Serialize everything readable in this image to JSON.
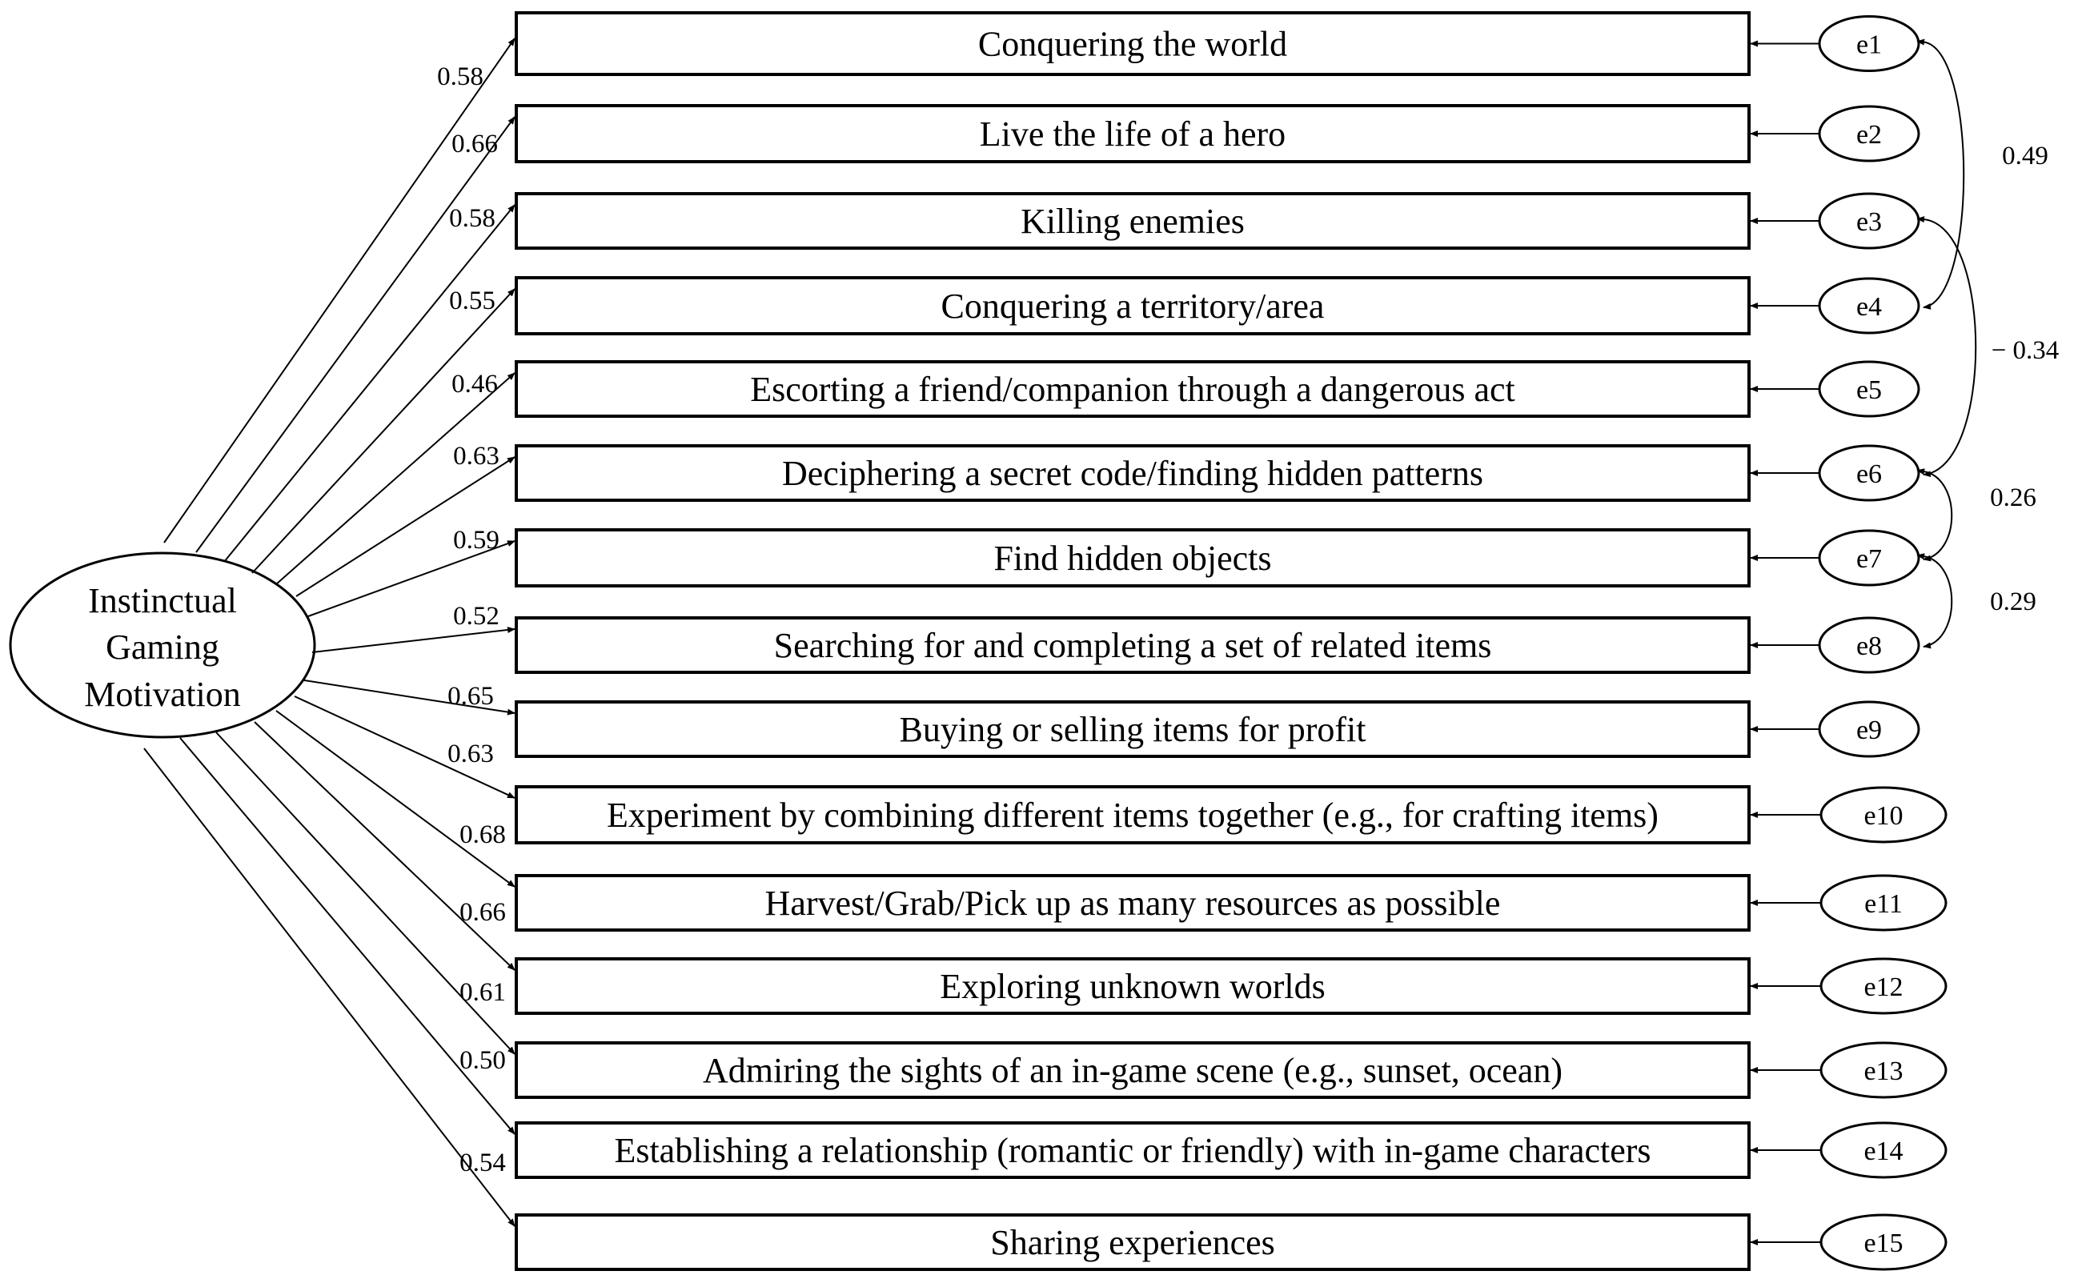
{
  "latent": {
    "label_lines": [
      "Instinctual",
      "Gaming",
      "Motivation"
    ]
  },
  "items": [
    {
      "label": "Conquering the world",
      "loading": "0.58",
      "error": "e1"
    },
    {
      "label": "Live the life of a hero",
      "loading": "0.66",
      "error": "e2"
    },
    {
      "label": "Killing enemies",
      "loading": "0.58",
      "error": "e3"
    },
    {
      "label": "Conquering a territory/area",
      "loading": "0.55",
      "error": "e4"
    },
    {
      "label": "Escorting a friend/companion through a dangerous act",
      "loading": "0.46",
      "error": "e5"
    },
    {
      "label": "Deciphering a secret code/finding hidden patterns",
      "loading": "0.63",
      "error": "e6"
    },
    {
      "label": "Find hidden objects",
      "loading": "0.59",
      "error": "e7"
    },
    {
      "label": "Searching for and completing a set of related items",
      "loading": "0.52",
      "error": "e8"
    },
    {
      "label": "Buying or selling items for profit",
      "loading": "0.65",
      "error": "e9"
    },
    {
      "label": "Experiment by combining different items together (e.g., for crafting items)",
      "loading": "0.63",
      "error": "e10"
    },
    {
      "label": "Harvest/Grab/Pick up as many resources as possible",
      "loading": "0.68",
      "error": "e11"
    },
    {
      "label": "Exploring unknown worlds",
      "loading": "0.66",
      "error": "e12"
    },
    {
      "label": "Admiring the sights of an in-game scene (e.g., sunset, ocean)",
      "loading": "0.61",
      "error": "e13"
    },
    {
      "label": "Establishing a relationship (romantic or friendly) with in-game characters",
      "loading": "0.50",
      "error": "e14"
    },
    {
      "label": "Sharing experiences",
      "loading": "0.54",
      "error": "e15"
    }
  ],
  "covariances": [
    {
      "from": "e1",
      "to": "e4",
      "value": "0.49"
    },
    {
      "from": "e3",
      "to": "e6",
      "value": "− 0.34"
    },
    {
      "from": "e6",
      "to": "e7",
      "value": "0.26"
    },
    {
      "from": "e7",
      "to": "e8",
      "value": "0.29"
    }
  ]
}
